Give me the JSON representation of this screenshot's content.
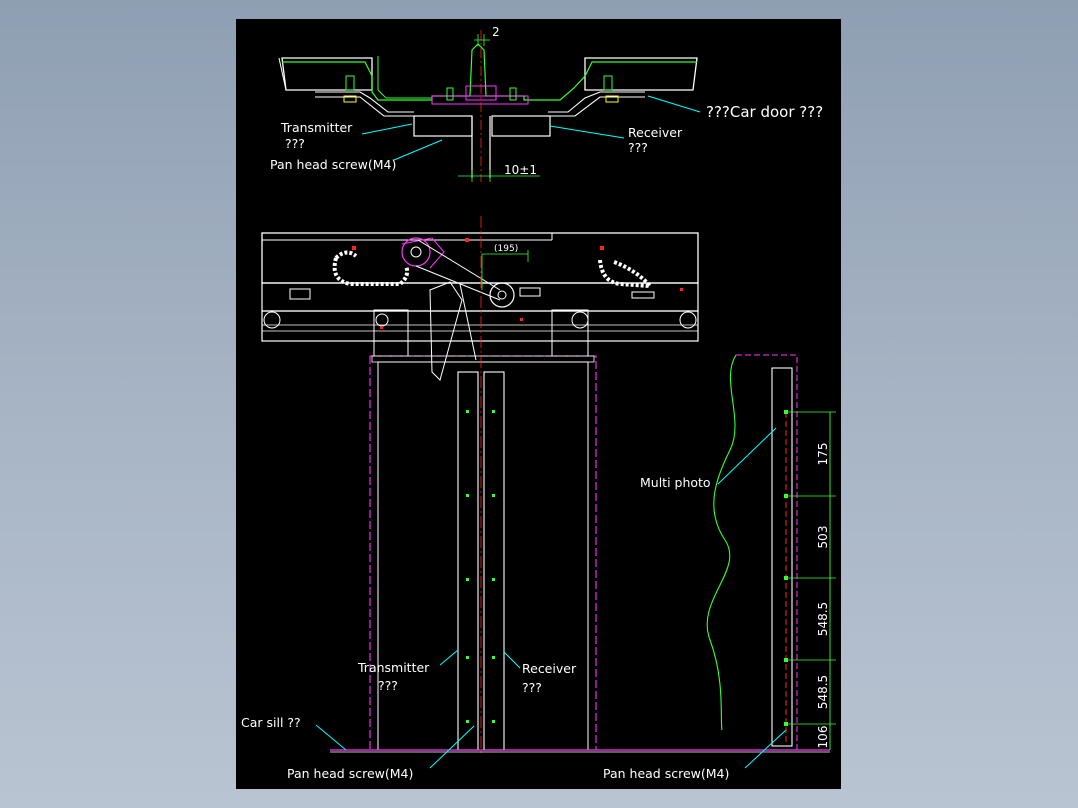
{
  "background_color": "#9aa8ba",
  "sheet_color": "#000000",
  "colors": {
    "outline": "#ffffff",
    "green": "#33ff33",
    "cyan": "#00ffff",
    "magenta": "#ff33ff",
    "red": "#ff2222",
    "yellow": "#ffff00"
  },
  "top_section": {
    "gap_dimension": "2",
    "car_door_label": "???Car door ???",
    "transmitter_label": "Transmitter",
    "transmitter_sub": "???",
    "receiver_label": "Receiver",
    "receiver_sub": "???",
    "screw_label": "Pan head screw(M4)",
    "gap_tolerance": "10±1"
  },
  "operator_section": {
    "offset_dimension": "(195)"
  },
  "door_section": {
    "transmitter_label": "Transmitter",
    "transmitter_sub": "???",
    "receiver_label": "Receiver",
    "receiver_sub": "???",
    "car_sill_label": "Car sill ??",
    "screw_label_left": "Pan head screw(M4)",
    "screw_label_right": "Pan head screw(M4)",
    "multi_photo_label": "Multi photo",
    "dimensions": [
      "175",
      "503",
      "548.5",
      "548.5",
      "106"
    ]
  }
}
